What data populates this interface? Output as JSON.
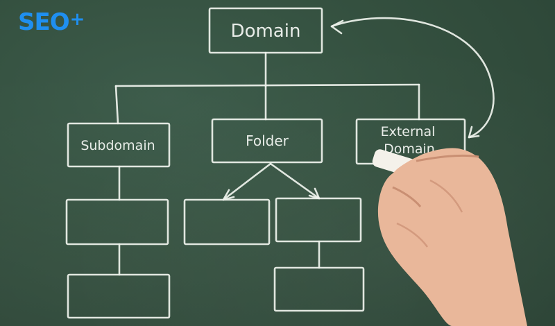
{
  "logo": {
    "text": "SEO",
    "plus": "+"
  },
  "nodes": {
    "domain": "Domain",
    "subdomain": "Subdomain",
    "folder": "Folder",
    "external_line1": "External",
    "external_line2": "Domain"
  },
  "colors": {
    "board": "#34503f",
    "chalk": "#eef2ec",
    "logo": "#1f8ff0"
  }
}
